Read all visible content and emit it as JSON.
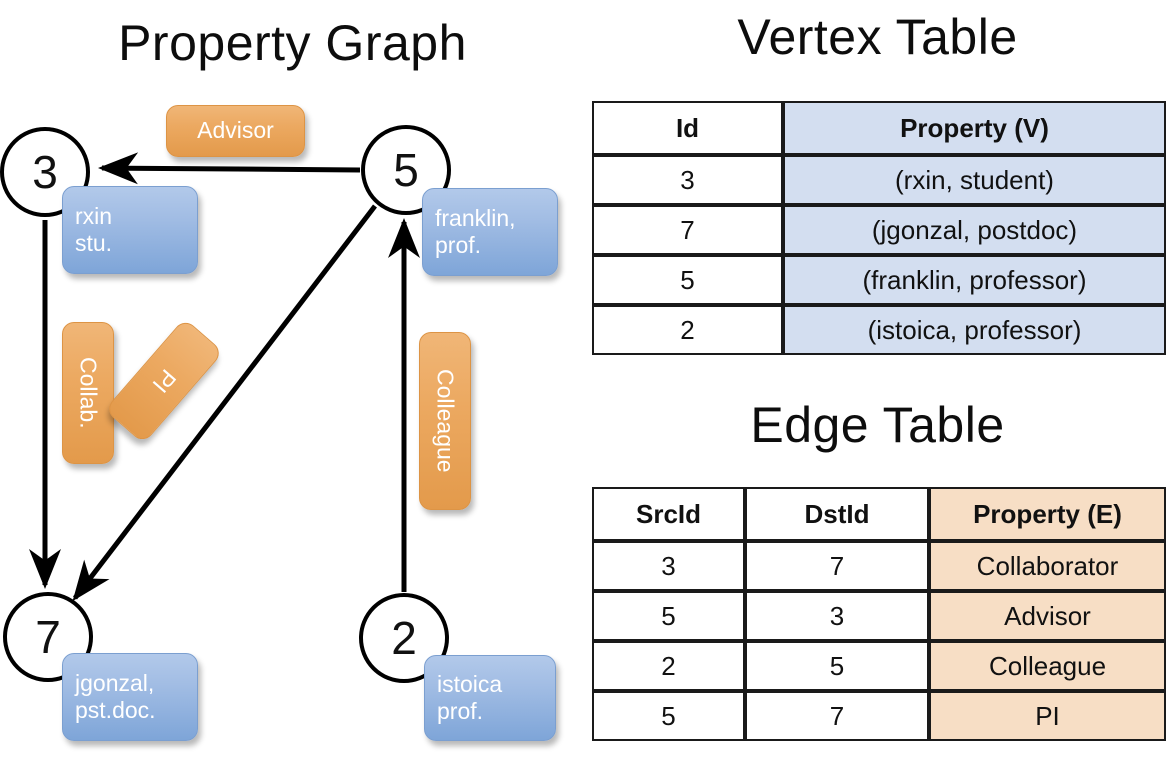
{
  "titles": {
    "property_graph": "Property Graph",
    "vertex_table": "Vertex Table",
    "edge_table": "Edge Table"
  },
  "graph": {
    "nodes": [
      {
        "id": "3",
        "label_line1": "rxin",
        "label_line2": "stu."
      },
      {
        "id": "5",
        "label_line1": "franklin,",
        "label_line2": "prof."
      },
      {
        "id": "7",
        "label_line1": "jgonzal,",
        "label_line2": "pst.doc."
      },
      {
        "id": "2",
        "label_line1": "istoica",
        "label_line2": "prof."
      }
    ],
    "edge_labels": {
      "advisor": "Advisor",
      "collaborator": "Collab.",
      "pi": "PI",
      "colleague": "Colleague"
    }
  },
  "vertex_table": {
    "headers": [
      "Id",
      "Property (V)"
    ],
    "rows": [
      {
        "id": "3",
        "property": "(rxin, student)"
      },
      {
        "id": "7",
        "property": "(jgonzal, postdoc)"
      },
      {
        "id": "5",
        "property": "(franklin, professor)"
      },
      {
        "id": "2",
        "property": "(istoica, professor)"
      }
    ]
  },
  "edge_table": {
    "headers": [
      "SrcId",
      "DstId",
      "Property (E)"
    ],
    "rows": [
      {
        "src": "3",
        "dst": "7",
        "property": "Collaborator"
      },
      {
        "src": "5",
        "dst": "3",
        "property": "Advisor"
      },
      {
        "src": "2",
        "dst": "5",
        "property": "Colleague"
      },
      {
        "src": "5",
        "dst": "7",
        "property": "PI"
      }
    ]
  },
  "colors": {
    "vertex_accent": "#d3def0",
    "edge_accent": "#f7dec5",
    "vertex_box": "#7ea5d8",
    "edge_box": "#e39a4b",
    "stroke": "#000000"
  }
}
